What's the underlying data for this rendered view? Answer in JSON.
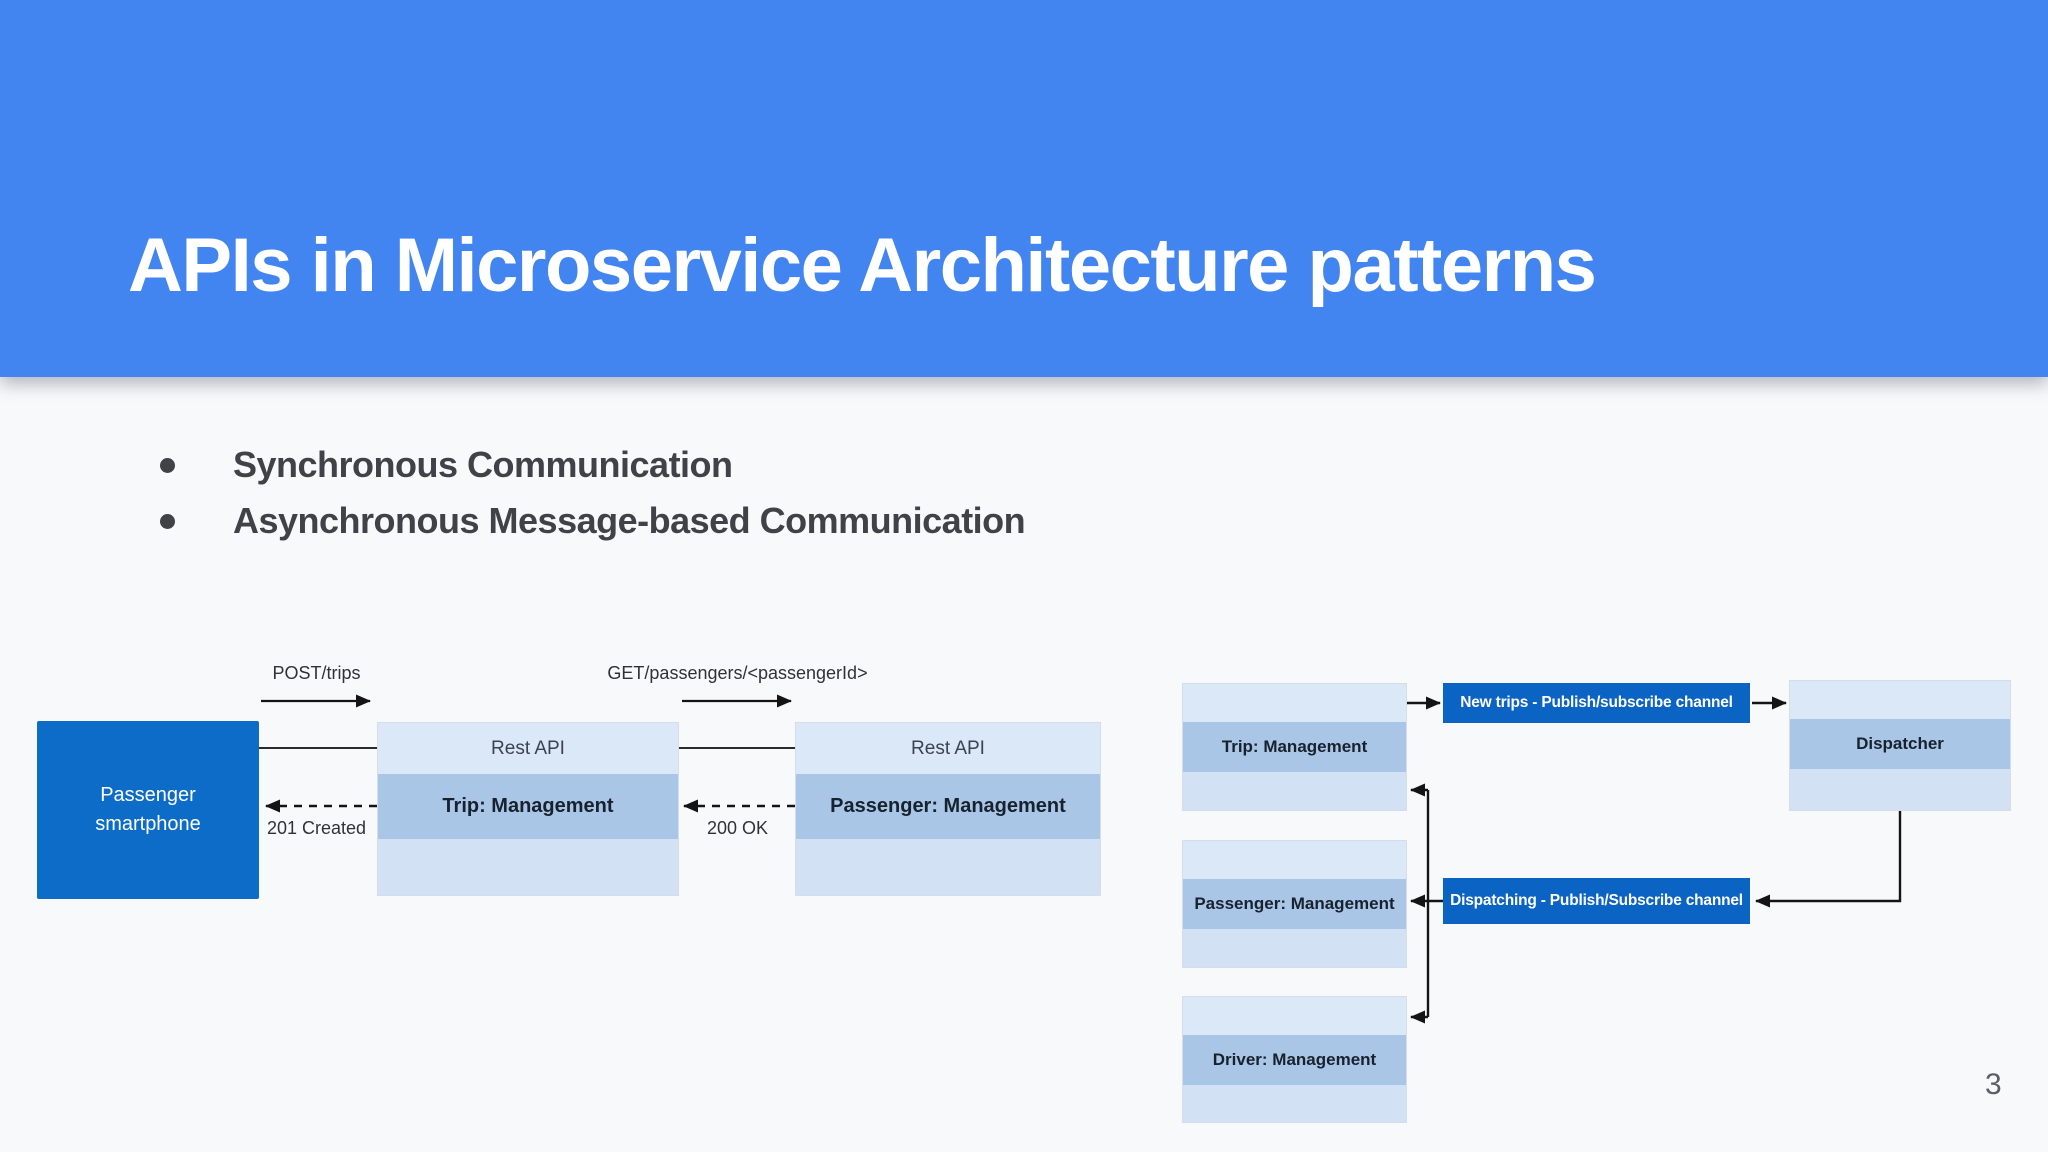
{
  "header": {
    "title": "APIs in Microservice Architecture patterns"
  },
  "bullets": [
    {
      "label": "Synchronous Communication"
    },
    {
      "label": "Asynchronous Message-based Communication"
    }
  ],
  "sync_diagram": {
    "client": {
      "line1": "Passenger",
      "line2": "smartphone"
    },
    "services": [
      {
        "api_label": "Rest API",
        "name": "Trip: Management"
      },
      {
        "api_label": "Rest API",
        "name": "Passenger: Management"
      }
    ],
    "requests": [
      {
        "label": "POST/trips"
      },
      {
        "label": "GET/passengers/<passengerId>"
      }
    ],
    "responses": [
      {
        "label": "201 Created"
      },
      {
        "label": "200 OK"
      }
    ]
  },
  "async_diagram": {
    "services": [
      {
        "name": "Trip: Management"
      },
      {
        "name": "Passenger: Management"
      },
      {
        "name": "Driver: Management"
      }
    ],
    "channels": [
      {
        "label": "New trips - Publish/subscribe channel"
      },
      {
        "label": "Dispatching - Publish/Subscribe channel"
      }
    ],
    "dispatcher": {
      "name": "Dispatcher"
    }
  },
  "page": {
    "number": "3"
  },
  "colors": {
    "header_blue": "#4285F0",
    "client_box_blue": "#0D6CC8",
    "channel_blue": "#0B64C4",
    "service_band_light": "#DBE8F7",
    "service_band_mid": "#A9C6E7",
    "service_band_bottom": "#D2E1F3",
    "bullet_text": "#3F4347",
    "arrow_black": "#141414"
  }
}
